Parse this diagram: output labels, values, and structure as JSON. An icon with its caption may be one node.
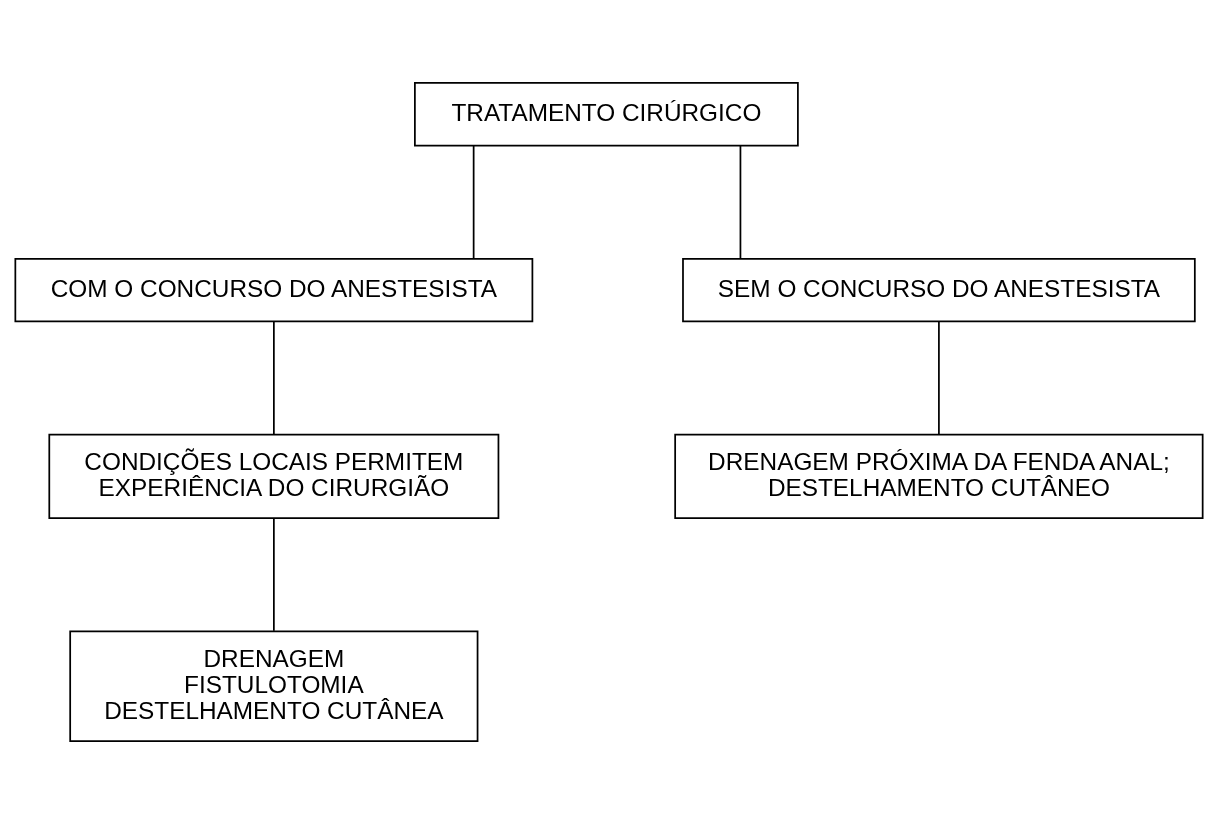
{
  "diagram": {
    "nodes": [
      {
        "text": [
          "TRATAMENTO CIRÚRGICO"
        ]
      },
      {
        "text": [
          "COM O CONCURSO DO ANESTESISTA"
        ]
      },
      {
        "text": [
          "SEM O CONCURSO DO ANESTESISTA"
        ]
      },
      {
        "text": [
          "CONDIÇÕES LOCAIS PERMITEM EXPERIÊNCIA DO CIRURGIÃO"
        ]
      },
      {
        "text": [
          "DRENAGEM PRÓXIMA DA FENDA ANAL; DESTELHAMENTO CUTÂNEO"
        ]
      },
      {
        "text": [
          "DRENAGEM",
          "FISTULOTOMIA",
          "DESTELHAMENTO CUTÂNEA"
        ]
      }
    ],
    "edges": [
      {
        "from": 0,
        "to": 1,
        "arrow": "none"
      },
      {
        "from": 0,
        "to": 2,
        "arrow": "none"
      },
      {
        "from": 1,
        "to": 3,
        "arrow": "none"
      },
      {
        "from": 2,
        "to": 4,
        "arrow": "none"
      },
      {
        "from": 3,
        "to": 5,
        "arrow": "none"
      }
    ]
  }
}
